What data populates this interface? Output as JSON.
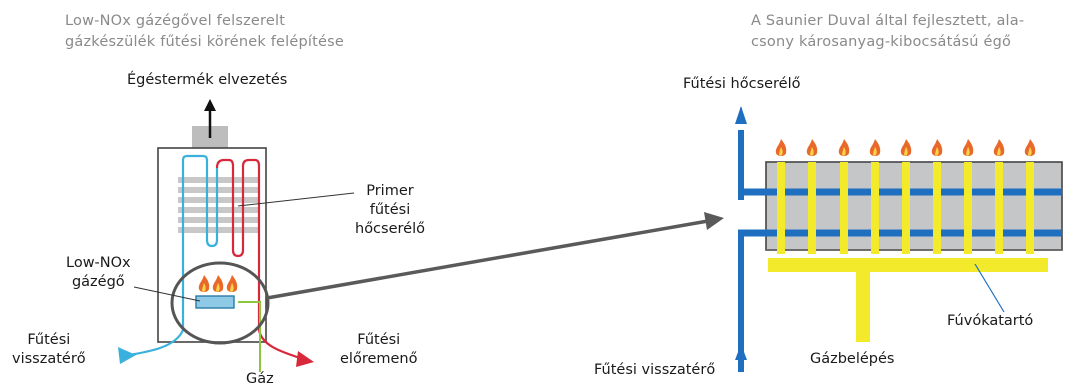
{
  "left": {
    "caption": [
      "Low-NOx gázégővel felszerelt",
      "gázkészülék fűtési körének felépítése"
    ],
    "exhaust_label": "Égéstermék elvezetés",
    "primary_hx_label": [
      "Primer",
      "fűtési",
      "hőcserélő"
    ],
    "burner_label": [
      "Low-NOx",
      "gázégő"
    ],
    "return_label": [
      "Fűtési",
      "visszatérő"
    ],
    "flow_label": [
      "Fűtési",
      "előremenő"
    ],
    "gas_label": "Gáz"
  },
  "right": {
    "caption": [
      "A Saunier Duval által fejlesztett, ala-",
      "csony károsanyag-kibocsátású égő"
    ],
    "hx_label": "Fűtési hőcserélő",
    "return_label": "Fűtési visszatérő",
    "gas_inlet_label": "Gázbelépés",
    "nozzle_holder_label": "Fúvókatartó"
  },
  "colors": {
    "return_blue": "#3ab0dc",
    "flow_red": "#d8283c",
    "pipe_blue": "#1f6fc0",
    "nozzle_yellow": "#f2ea2a",
    "gas_green": "#8cc63f",
    "casing_gray": "#c8c8c8",
    "arrow_gray": "#5a5a5a"
  }
}
